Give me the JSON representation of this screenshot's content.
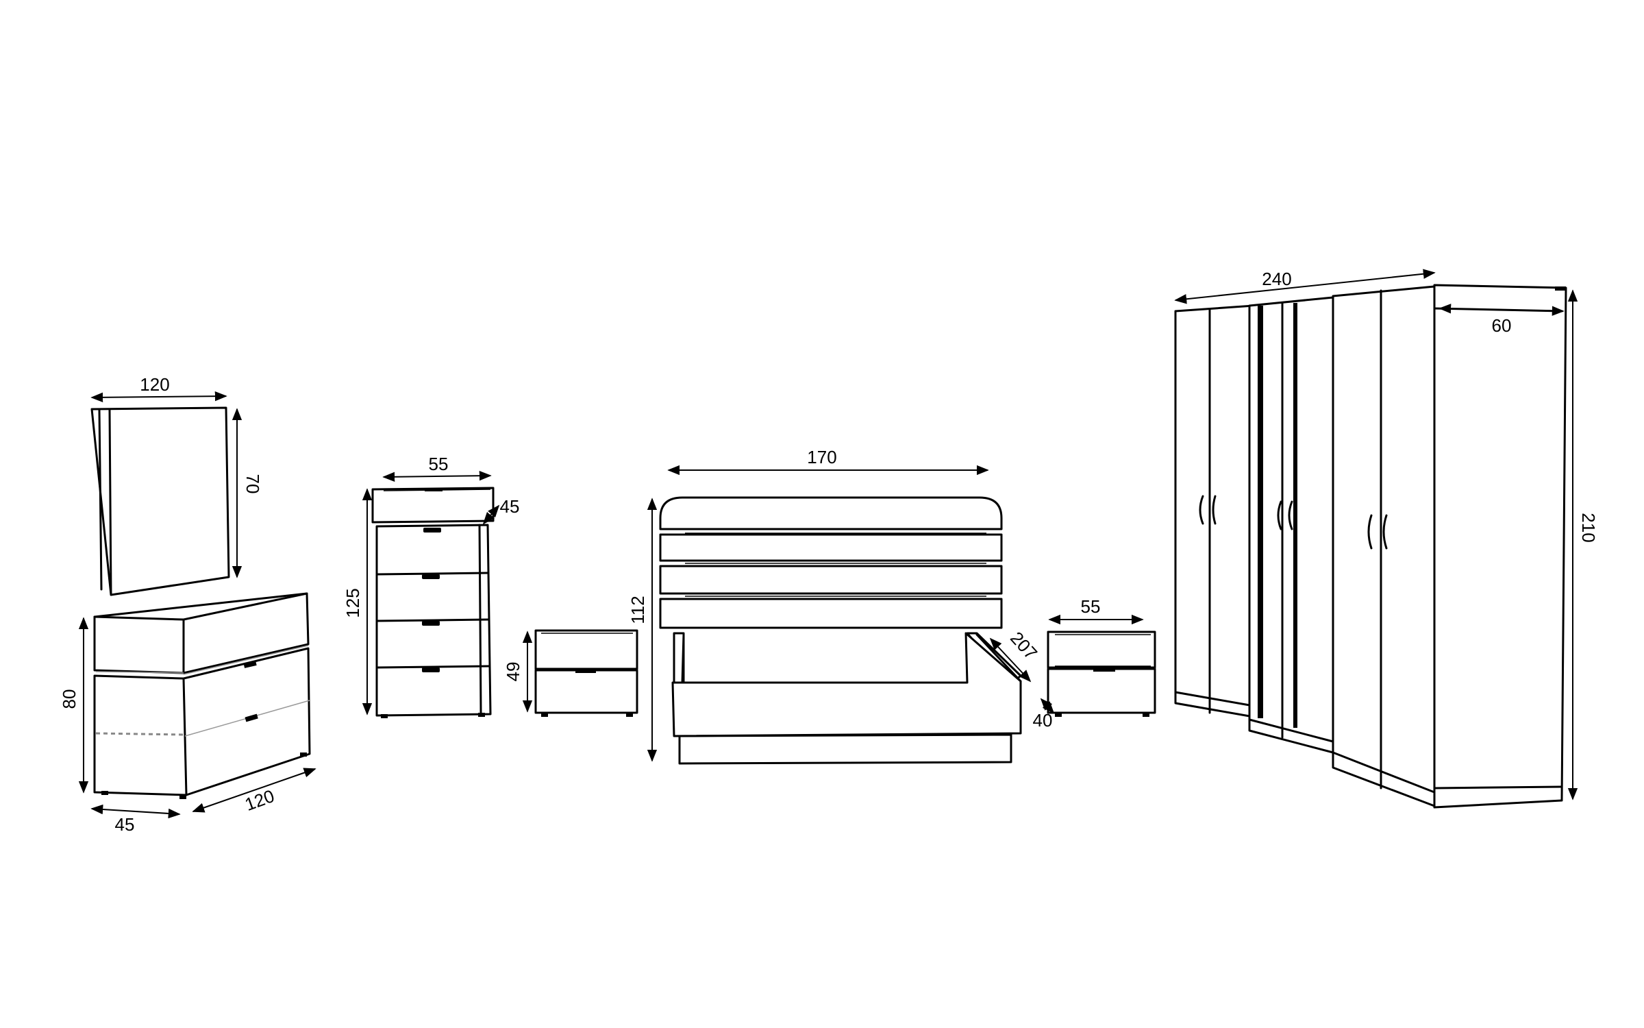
{
  "diagram": {
    "vanity": {
      "mirror_width": "120",
      "mirror_height": "70",
      "height": "80",
      "depth": "45",
      "width": "120"
    },
    "chest": {
      "width": "55",
      "depth": "45",
      "height": "125"
    },
    "nightstand_left": {
      "height": "49"
    },
    "bed": {
      "width": "170",
      "headboard_height": "112",
      "length": "207"
    },
    "nightstand_right": {
      "width": "55",
      "depth": "40"
    },
    "wardrobe": {
      "width": "240",
      "depth": "60",
      "height": "210"
    }
  }
}
